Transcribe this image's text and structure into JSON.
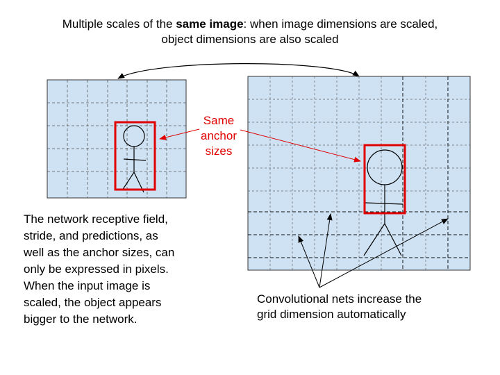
{
  "title": {
    "line1_prefix": "Multiple scales of the ",
    "line1_bold": "same image",
    "line1_suffix": ": when image dimensions are scaled,",
    "line2": "object dimensions are also scaled"
  },
  "anchor_label": {
    "line1": "Same",
    "line2": "anchor",
    "line3": "sizes"
  },
  "left_description": {
    "lines": [
      "The network receptive field,",
      "stride, and predictions, as",
      "well as the anchor sizes, can",
      "only be expressed in pixels.",
      "When the input image is",
      "scaled, the object appears",
      "bigger to the network."
    ]
  },
  "bottom_description": {
    "line1": "Convolutional nets increase the",
    "line2": "grid dimension automatically"
  },
  "colors": {
    "image_fill": "#cfe2f3",
    "grid_line": "#555555",
    "anchor_box": "#e00000",
    "text": "#000000"
  }
}
